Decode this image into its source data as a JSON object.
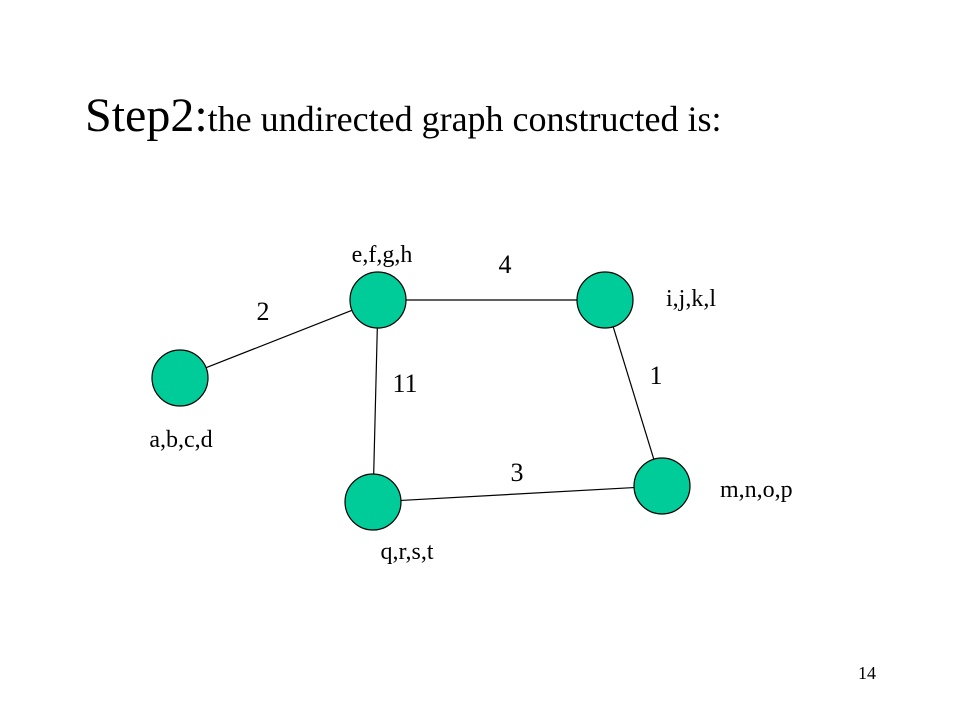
{
  "slide": {
    "title_main": "Step2:",
    "title_rest": "the undirected graph constructed is:",
    "page_number": "14"
  },
  "colors": {
    "node_fill": "#00cc99",
    "edge": "#000000",
    "text": "#000000"
  },
  "graph": {
    "nodes": [
      {
        "id": "abcd",
        "label": "a,b,c,d"
      },
      {
        "id": "efgh",
        "label": "e,f,g,h"
      },
      {
        "id": "ijkl",
        "label": "i,j,k,l"
      },
      {
        "id": "mnop",
        "label": "m,n,o,p"
      },
      {
        "id": "qrst",
        "label": "q,r,s,t"
      }
    ],
    "edges": [
      {
        "from": "abcd",
        "to": "efgh",
        "weight": "2"
      },
      {
        "from": "efgh",
        "to": "ijkl",
        "weight": "4"
      },
      {
        "from": "efgh",
        "to": "qrst",
        "weight": "11"
      },
      {
        "from": "ijkl",
        "to": "mnop",
        "weight": "1"
      },
      {
        "from": "qrst",
        "to": "mnop",
        "weight": "3"
      }
    ]
  }
}
